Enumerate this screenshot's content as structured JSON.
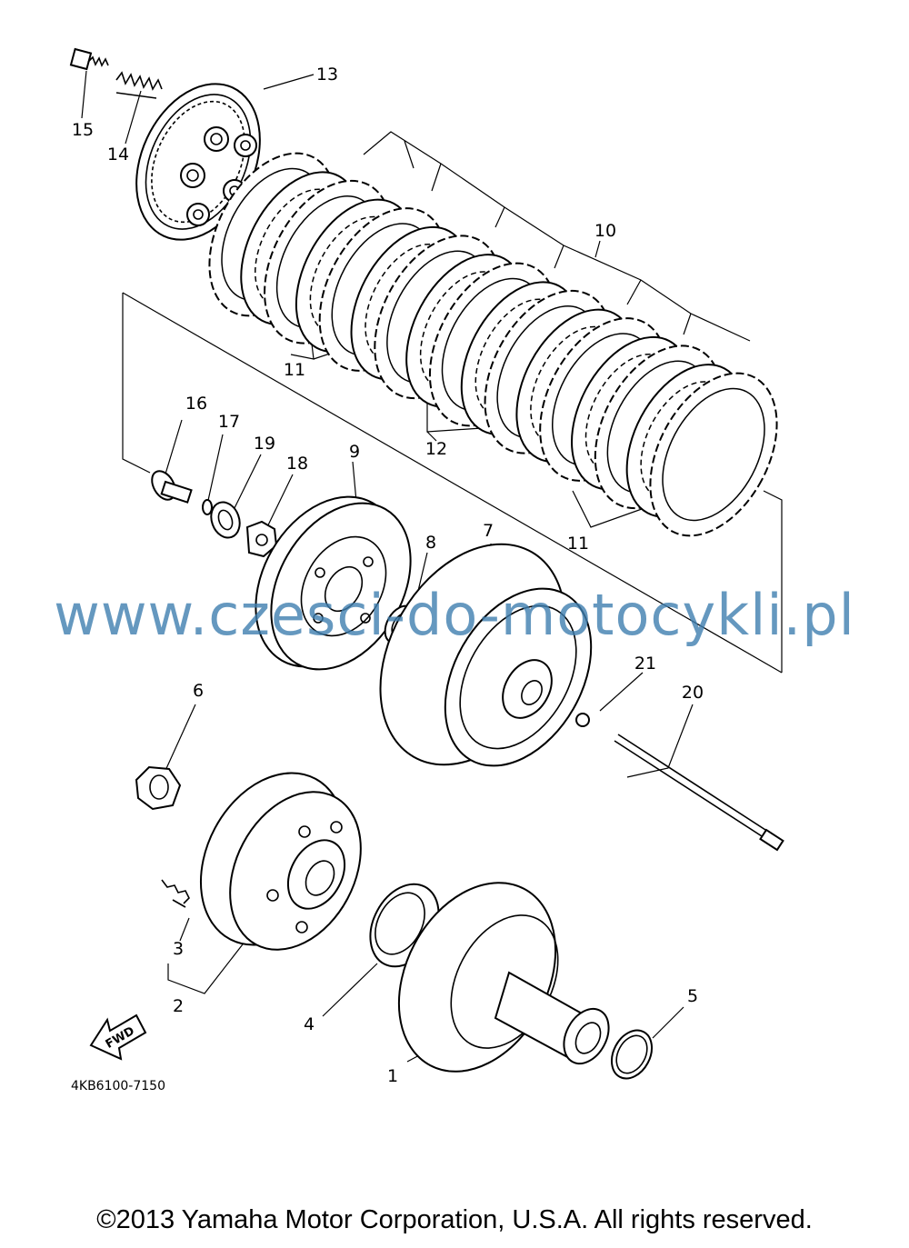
{
  "diagram": {
    "part_labels": [
      "1",
      "2",
      "3",
      "4",
      "5",
      "6",
      "7",
      "8",
      "9",
      "10",
      "11",
      "11",
      "11",
      "12",
      "13",
      "14",
      "15",
      "16",
      "17",
      "18",
      "19",
      "20",
      "21"
    ],
    "fwd_label": "FWD",
    "part_number": "4KB6100-7150"
  },
  "watermark": "www.czesci-do-motocykli.pl",
  "copyright": "©2013 Yamaha Motor Corporation, U.S.A. All rights reserved."
}
